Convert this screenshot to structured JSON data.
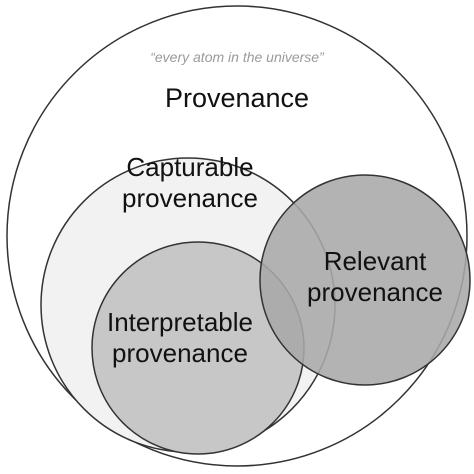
{
  "venn": {
    "universe_note": "“every atom in the universe”",
    "sets": {
      "provenance": {
        "label": "Provenance",
        "fill": "#ffffff"
      },
      "capturable": {
        "line1": "Capturable",
        "line2": "provenance",
        "fill": "#f2f2f2"
      },
      "interpretable": {
        "line1": "Interpretable",
        "line2": "provenance",
        "fill": "#c7c7c7"
      },
      "relevant": {
        "line1": "Relevant",
        "line2": "provenance",
        "fill": "#a9a9a9"
      }
    },
    "stroke_color": "#333333"
  }
}
